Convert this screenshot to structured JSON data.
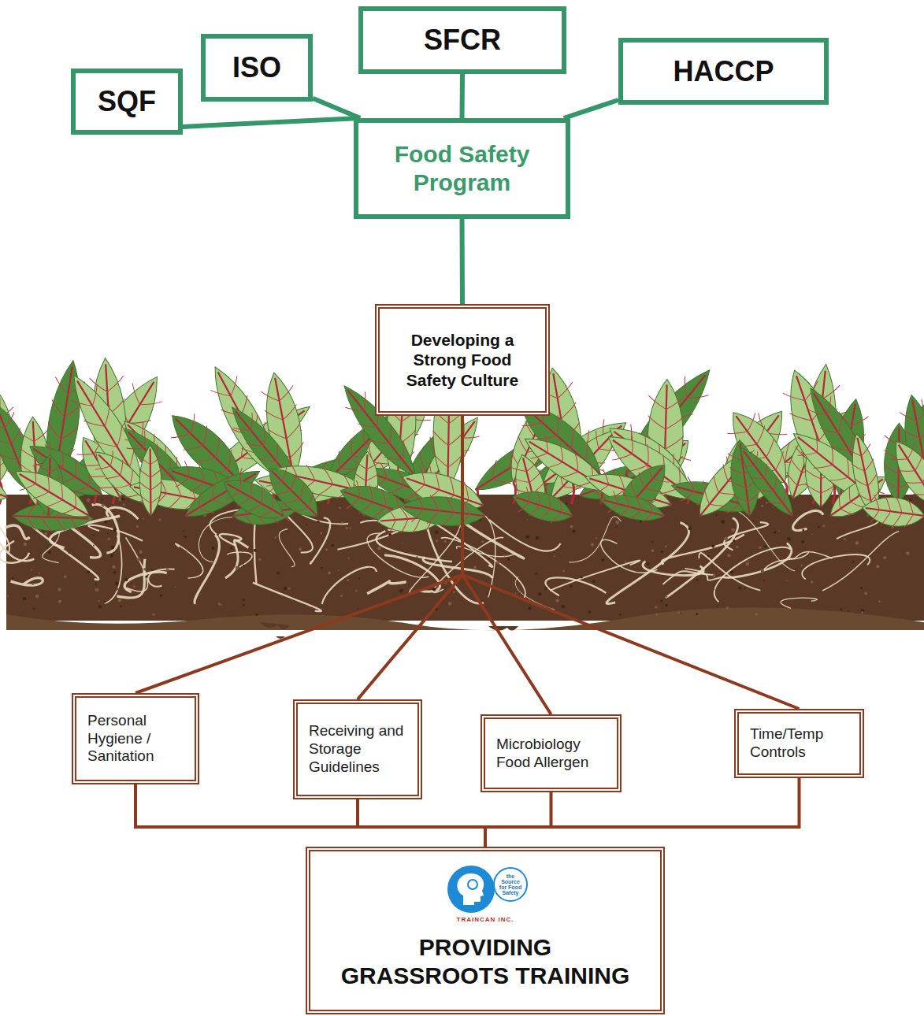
{
  "diagram": {
    "nodes": [
      {
        "text": [
          "SQF"
        ]
      },
      {
        "text": [
          "ISO"
        ]
      },
      {
        "text": [
          "SFCR"
        ]
      },
      {
        "text": [
          "HACCP"
        ]
      },
      {
        "text": [
          "Food Safety Program"
        ]
      },
      {
        "text": [
          "Developing a Strong Food Safety Culture"
        ]
      },
      {
        "text": [
          "Personal Hygiene / Sanitation"
        ]
      },
      {
        "text": [
          "Receiving and Storage Guidelines"
        ]
      },
      {
        "text": [
          "Microbiology Food Allergen"
        ]
      },
      {
        "text": [
          "Time/Temp Controls"
        ]
      },
      {
        "text": [
          "the Source for Food Safety",
          "TRAINCAN INC.",
          "PROVIDING GRASSROOTS TRAINING"
        ]
      }
    ],
    "edges": [
      {
        "from": 0,
        "to": 4,
        "arrow": "none"
      },
      {
        "from": 1,
        "to": 4,
        "arrow": "none"
      },
      {
        "from": 2,
        "to": 4,
        "arrow": "none"
      },
      {
        "from": 3,
        "to": 4,
        "arrow": "none"
      },
      {
        "from": 4,
        "to": 5,
        "arrow": "none"
      },
      {
        "from": 5,
        "to": 6,
        "arrow": "none"
      },
      {
        "from": 5,
        "to": 7,
        "arrow": "none"
      },
      {
        "from": 5,
        "to": 8,
        "arrow": "none"
      },
      {
        "from": 5,
        "to": 9,
        "arrow": "none"
      },
      {
        "from": 6,
        "to": 10,
        "arrow": "none"
      },
      {
        "from": 7,
        "to": 10,
        "arrow": "none"
      },
      {
        "from": 8,
        "to": 10,
        "arrow": "none"
      },
      {
        "from": 9,
        "to": 10,
        "arrow": "none"
      }
    ]
  }
}
